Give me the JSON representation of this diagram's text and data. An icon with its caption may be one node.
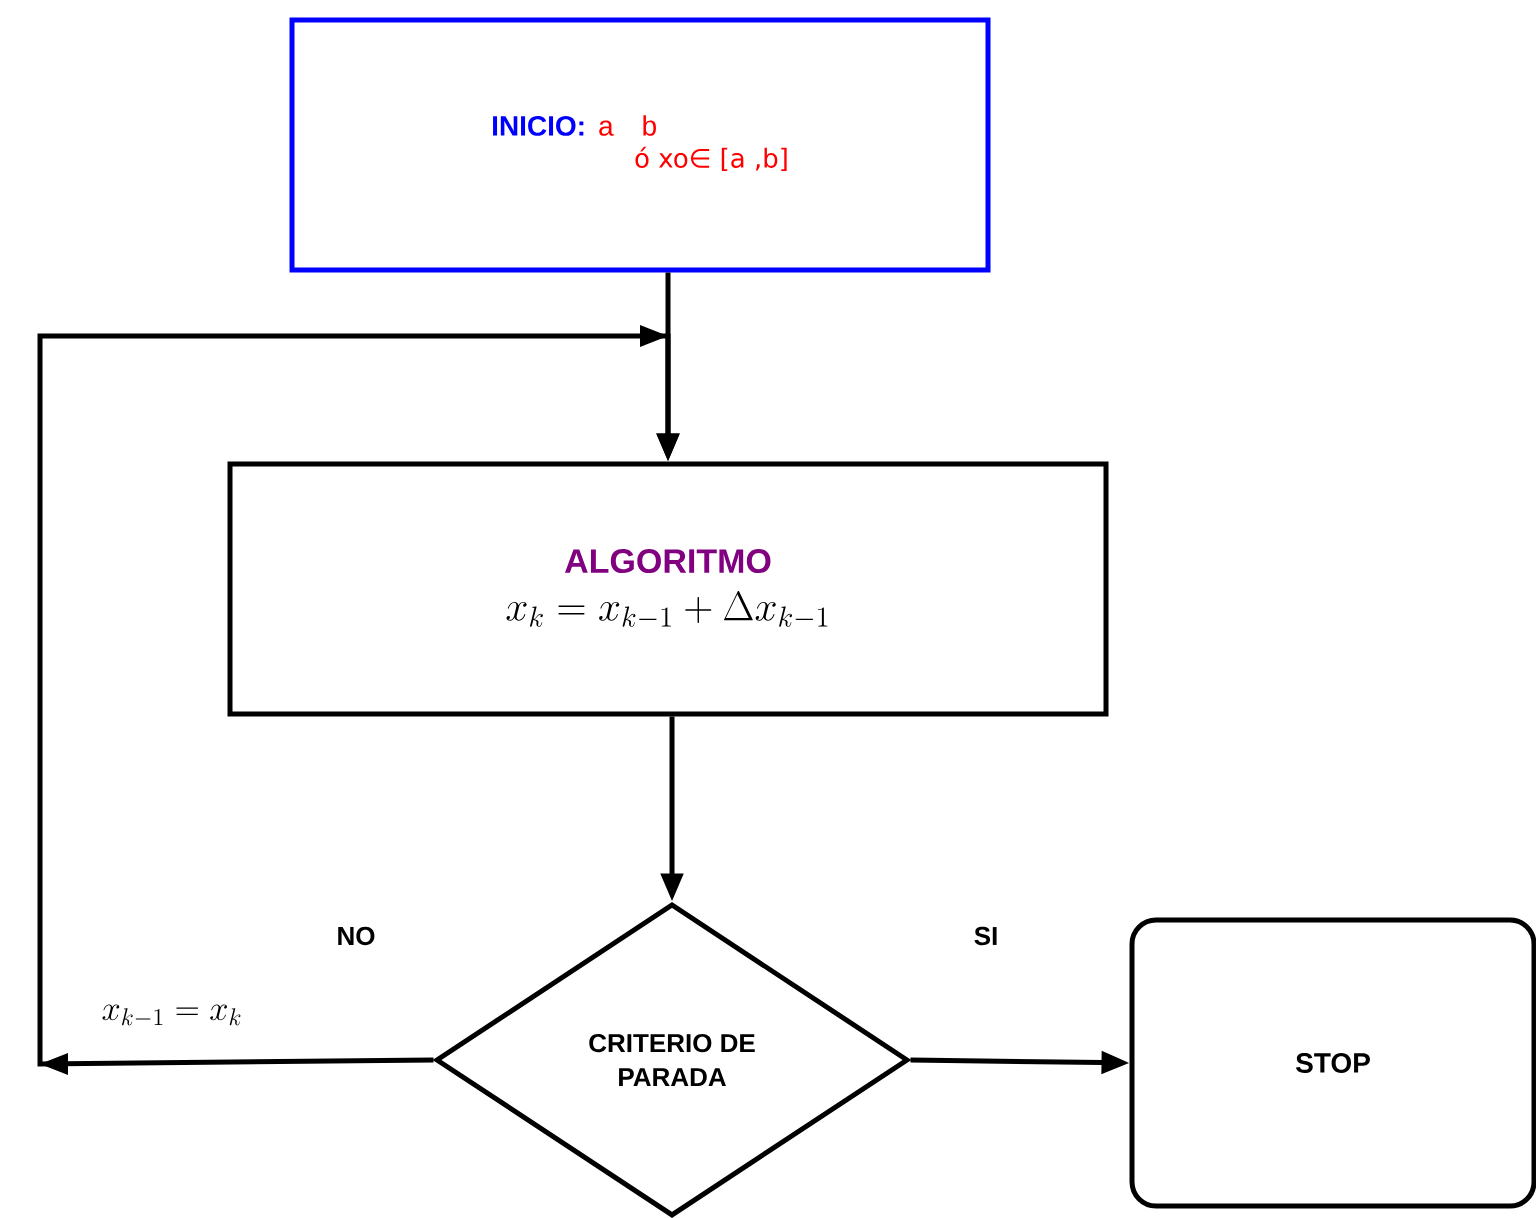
{
  "diagram": {
    "nodes": [
      {
        "text": [
          "INICIO:",
          "a b",
          "ó xo∈ [a ,b]"
        ]
      },
      {
        "text": [
          "ALGORITMO",
          "x_k = x_{k-1} + \\Delta x_{k-1}"
        ]
      },
      {
        "text": [
          "CRITERIO DE PARADA"
        ]
      },
      {
        "text": [
          "STOP"
        ]
      }
    ],
    "edges": [
      {
        "from": 0,
        "to": 1,
        "arrow": "to"
      },
      {
        "from": 1,
        "to": 2,
        "arrow": "to"
      },
      {
        "from": 2,
        "to": 3,
        "arrow": "to",
        "label": "SI"
      },
      {
        "from": 2,
        "to": 1,
        "arrow": "to",
        "label": "NO"
      }
    ],
    "labels": [
      "x_{k-1} = x_k"
    ]
  }
}
